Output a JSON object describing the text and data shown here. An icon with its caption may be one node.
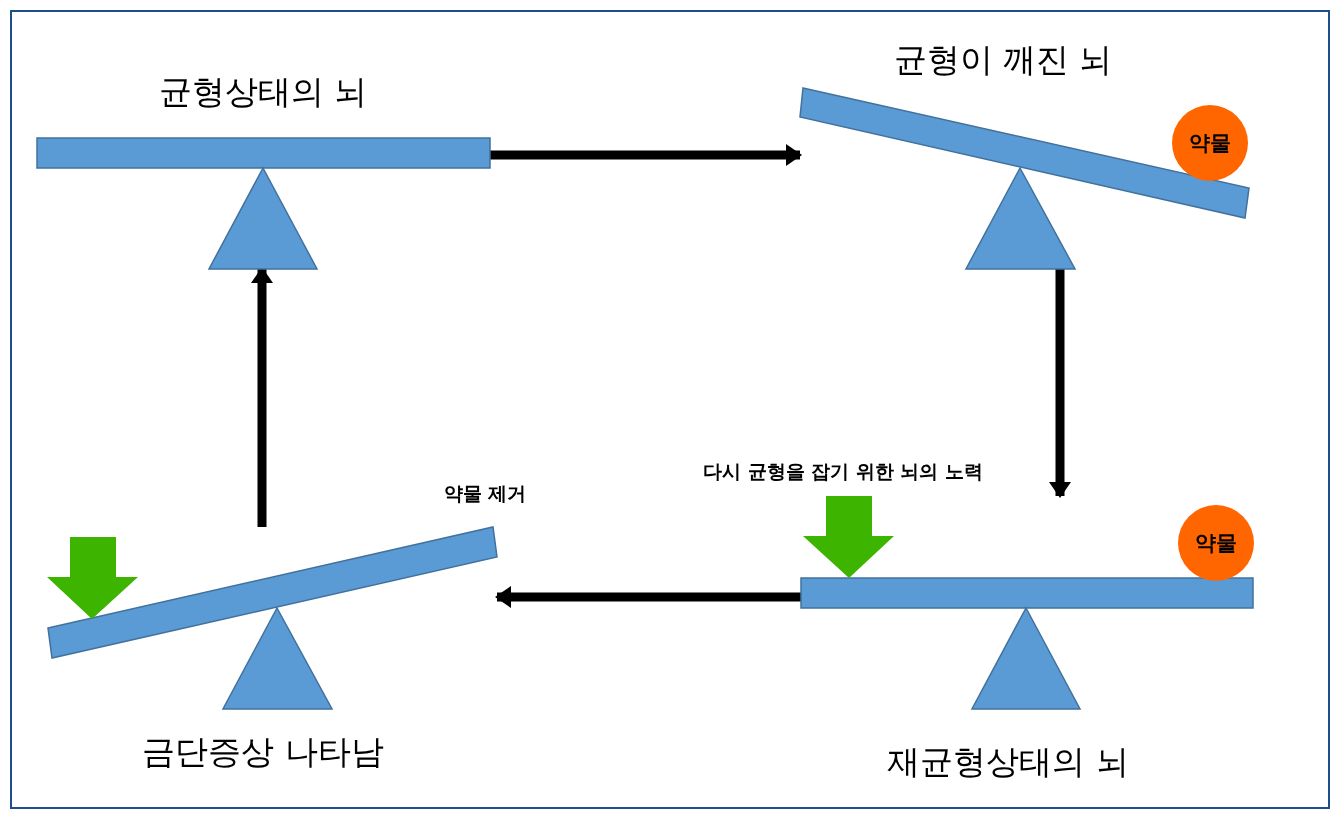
{
  "diagram": {
    "nodes": [
      {
        "text": [
          "균형상태의 뇌"
        ]
      },
      {
        "text": [
          "균형이 깨진 뇌"
        ]
      },
      {
        "text": [
          "약물"
        ],
        "in": 1
      },
      {
        "text": [
          "재균형상태의 뇌"
        ],
        "beside": [
          "다시 균형을 잡기 위한 뇌의 노력"
        ]
      },
      {
        "text": [
          "약물"
        ],
        "in": 3
      },
      {
        "text": [
          "금단증상 나타남"
        ],
        "beside": [
          "약물 제거"
        ]
      }
    ],
    "edges": [
      {
        "from": 0,
        "to": 1,
        "arrow": "to"
      },
      {
        "from": 1,
        "to": 3,
        "arrow": "to"
      },
      {
        "from": 3,
        "to": 5,
        "arrow": "to"
      },
      {
        "from": 5,
        "to": 0,
        "arrow": "to"
      }
    ]
  }
}
